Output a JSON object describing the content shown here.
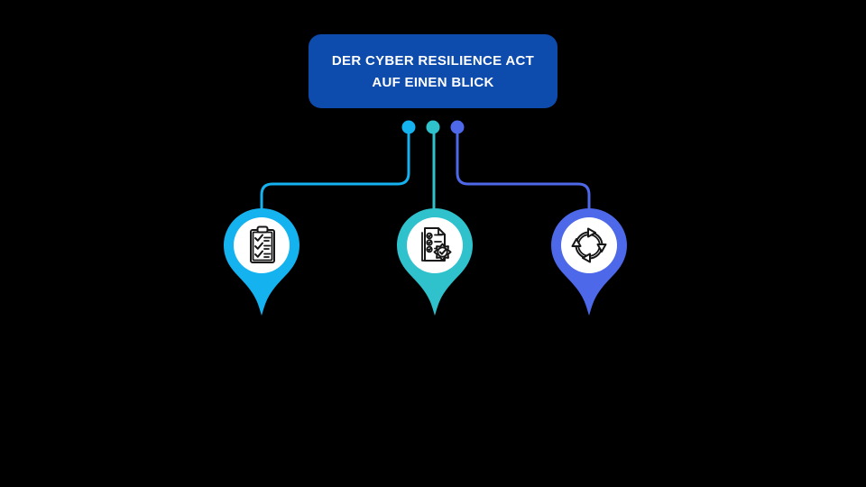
{
  "header": {
    "line1": "DER CYBER RESILIENCE ACT",
    "line2": "AUF EINEN BLICK"
  },
  "palette": {
    "background": "#000000",
    "header_blue": "#0d4bad",
    "cyan": "#15b2f0",
    "teal": "#2fc2cd",
    "indigo": "#4d68e8",
    "white": "#ffffff",
    "icon_ink": "#161616"
  },
  "nodes": [
    {
      "id": "node-1",
      "icon": "checklist-clipboard-icon",
      "color": "#15b2f0"
    },
    {
      "id": "node-2",
      "icon": "document-certification-icon",
      "color": "#2fc2cd"
    },
    {
      "id": "node-3",
      "icon": "continuous-cycle-icon",
      "color": "#4d68e8"
    }
  ]
}
